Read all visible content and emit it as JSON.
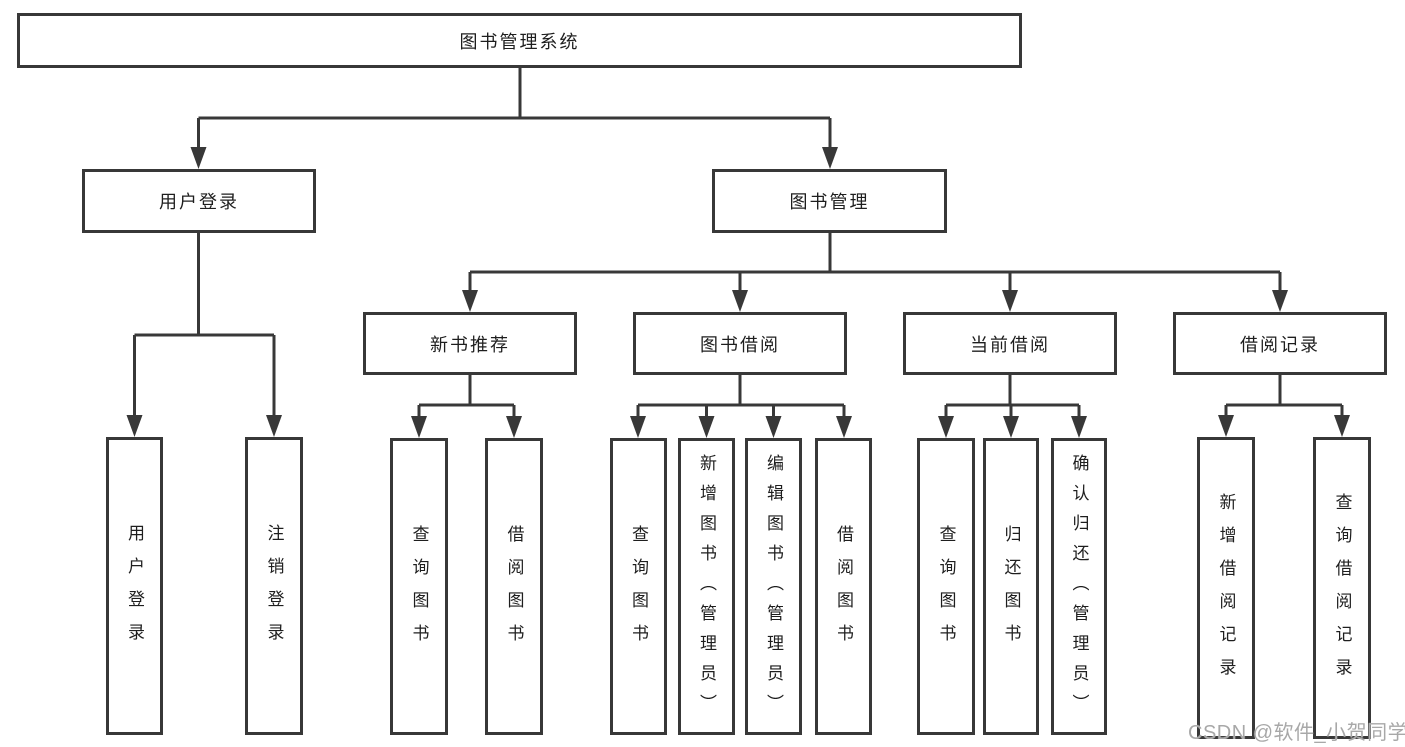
{
  "palette": {
    "line": "#383838",
    "text": "#1e1e1e",
    "box_background": "#ffffff",
    "watermark_color": "#a8a8a8",
    "background": "#ffffff"
  },
  "tree": {
    "root": {
      "label": "图书管理系统"
    },
    "user_branch": {
      "label": "用户登录",
      "leaves": [
        {
          "label": "用户登录"
        },
        {
          "label": "注销登录"
        }
      ]
    },
    "management_branch": {
      "label": "图书管理",
      "groups": [
        {
          "label": "新书推荐",
          "leaves": [
            {
              "label": "查询图书"
            },
            {
              "label": "借阅图书"
            }
          ]
        },
        {
          "label": "图书借阅",
          "leaves": [
            {
              "label": "查询图书"
            },
            {
              "label": "新增图书（管理员）"
            },
            {
              "label": "编辑图书（管理员）"
            },
            {
              "label": "借阅图书"
            }
          ]
        },
        {
          "label": "当前借阅",
          "leaves": [
            {
              "label": "查询图书"
            },
            {
              "label": "归还图书"
            },
            {
              "label": "确认归还（管理员）"
            }
          ]
        },
        {
          "label": "借阅记录",
          "leaves": [
            {
              "label": "新增借阅记录"
            },
            {
              "label": "查询借阅记录"
            }
          ]
        }
      ]
    }
  },
  "watermark": {
    "text": "CSDN @软件_小贺同学"
  }
}
